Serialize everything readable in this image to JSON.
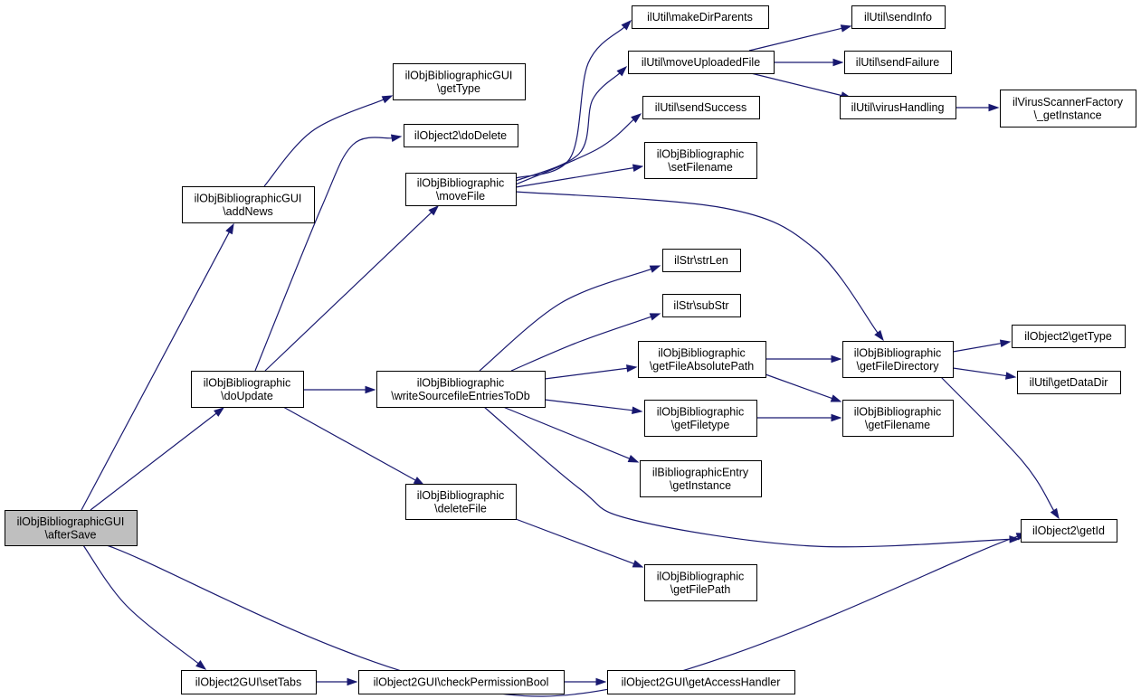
{
  "nodes": [
    {
      "id": "root",
      "label": [
        "ilObjBibliographicGUI",
        "\\afterSave"
      ],
      "highlight": true
    },
    {
      "id": "addNews",
      "label": [
        "ilObjBibliographicGUI",
        "\\addNews"
      ]
    },
    {
      "id": "guiGetType",
      "label": [
        "ilObjBibliographicGUI",
        "\\getType"
      ]
    },
    {
      "id": "doDelete",
      "label": [
        "ilObject2\\doDelete"
      ]
    },
    {
      "id": "moveFile",
      "label": [
        "ilObjBibliographic",
        "\\moveFile"
      ]
    },
    {
      "id": "doUpdate",
      "label": [
        "ilObjBibliographic",
        "\\doUpdate"
      ]
    },
    {
      "id": "writeSrc",
      "label": [
        "ilObjBibliographic",
        "\\writeSourcefileEntriesToDb"
      ]
    },
    {
      "id": "deleteFile",
      "label": [
        "ilObjBibliographic",
        "\\deleteFile"
      ]
    },
    {
      "id": "setTabs",
      "label": [
        "ilObject2GUI\\setTabs"
      ]
    },
    {
      "id": "checkPerm",
      "label": [
        "ilObject2GUI\\checkPermissionBool"
      ]
    },
    {
      "id": "getAccess",
      "label": [
        "ilObject2GUI\\getAccessHandler"
      ]
    },
    {
      "id": "makeDir",
      "label": [
        "ilUtil\\makeDirParents"
      ]
    },
    {
      "id": "moveUp",
      "label": [
        "ilUtil\\moveUploadedFile"
      ]
    },
    {
      "id": "sendSuccess",
      "label": [
        "ilUtil\\sendSuccess"
      ]
    },
    {
      "id": "setFilename",
      "label": [
        "ilObjBibliographic",
        "\\setFilename"
      ]
    },
    {
      "id": "sendInfo",
      "label": [
        "ilUtil\\sendInfo"
      ]
    },
    {
      "id": "sendFailure",
      "label": [
        "ilUtil\\sendFailure"
      ]
    },
    {
      "id": "virus",
      "label": [
        "ilUtil\\virusHandling"
      ]
    },
    {
      "id": "virusFactory",
      "label": [
        "ilVirusScannerFactory",
        "\\_getInstance"
      ]
    },
    {
      "id": "strLen",
      "label": [
        "ilStr\\strLen"
      ]
    },
    {
      "id": "subStr",
      "label": [
        "ilStr\\subStr"
      ]
    },
    {
      "id": "getFileAbs",
      "label": [
        "ilObjBibliographic",
        "\\getFileAbsolutePath"
      ]
    },
    {
      "id": "getFiletype",
      "label": [
        "ilObjBibliographic",
        "\\getFiletype"
      ]
    },
    {
      "id": "bibEntry",
      "label": [
        "ilBibliographicEntry",
        "\\getInstance"
      ]
    },
    {
      "id": "getFilePath",
      "label": [
        "ilObjBibliographic",
        "\\getFilePath"
      ]
    },
    {
      "id": "getFileDir",
      "label": [
        "ilObjBibliographic",
        "\\getFileDirectory"
      ]
    },
    {
      "id": "getFilename",
      "label": [
        "ilObjBibliographic",
        "\\getFilename"
      ]
    },
    {
      "id": "obj2GetType",
      "label": [
        "ilObject2\\getType"
      ]
    },
    {
      "id": "getDataDir",
      "label": [
        "ilUtil\\getDataDir"
      ]
    },
    {
      "id": "getId",
      "label": [
        "ilObject2\\getId"
      ]
    }
  ],
  "edges": [
    [
      "root",
      "addNews"
    ],
    [
      "root",
      "doUpdate"
    ],
    [
      "root",
      "setTabs"
    ],
    [
      "root",
      "getId"
    ],
    [
      "addNews",
      "guiGetType"
    ],
    [
      "doUpdate",
      "doDelete"
    ],
    [
      "doUpdate",
      "moveFile"
    ],
    [
      "doUpdate",
      "writeSrc"
    ],
    [
      "doUpdate",
      "deleteFile"
    ],
    [
      "moveFile",
      "makeDir"
    ],
    [
      "moveFile",
      "moveUp"
    ],
    [
      "moveFile",
      "sendSuccess"
    ],
    [
      "moveFile",
      "setFilename"
    ],
    [
      "moveFile",
      "getFileDir"
    ],
    [
      "moveUp",
      "sendInfo"
    ],
    [
      "moveUp",
      "sendFailure"
    ],
    [
      "moveUp",
      "virus"
    ],
    [
      "virus",
      "virusFactory"
    ],
    [
      "writeSrc",
      "strLen"
    ],
    [
      "writeSrc",
      "subStr"
    ],
    [
      "writeSrc",
      "getFileAbs"
    ],
    [
      "writeSrc",
      "getFiletype"
    ],
    [
      "writeSrc",
      "bibEntry"
    ],
    [
      "writeSrc",
      "getId"
    ],
    [
      "getFileAbs",
      "getFileDir"
    ],
    [
      "getFileAbs",
      "getFilename"
    ],
    [
      "getFiletype",
      "getFilename"
    ],
    [
      "getFileDir",
      "obj2GetType"
    ],
    [
      "getFileDir",
      "getDataDir"
    ],
    [
      "getFileDir",
      "getId"
    ],
    [
      "deleteFile",
      "getFilePath"
    ],
    [
      "setTabs",
      "checkPerm"
    ],
    [
      "checkPerm",
      "getAccess"
    ]
  ]
}
